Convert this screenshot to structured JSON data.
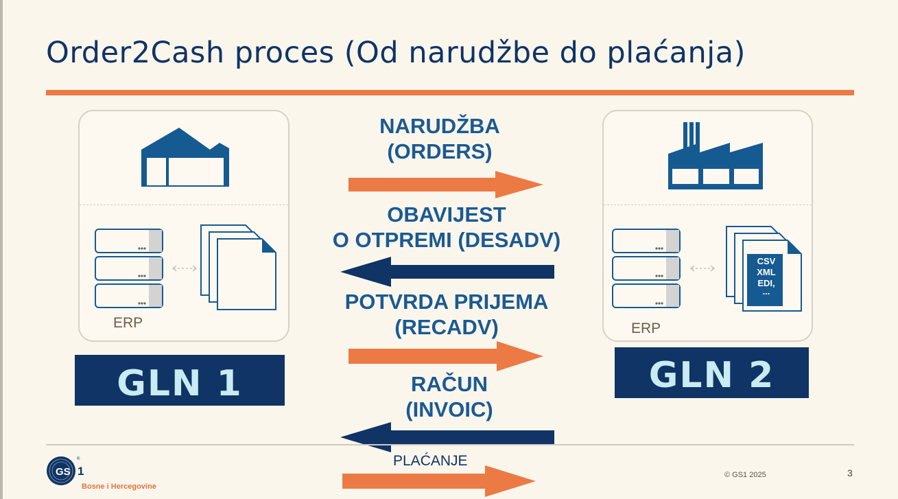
{
  "title": "Order2Cash proces (Od narudžbe do plaćanja)",
  "left_party": {
    "system_label": "ERP",
    "gln_label": "GLN 1"
  },
  "right_party": {
    "system_label": "ERP",
    "gln_label": "GLN 2",
    "doc_formats": [
      "CSV",
      "XML",
      "EDI,",
      "..."
    ]
  },
  "messages": [
    {
      "line1": "NARUDŽBA",
      "line2": "(ORDERS)",
      "direction": "right"
    },
    {
      "line1": "OBAVIJEST",
      "line2": "O OTPREMI (DESADV)",
      "direction": "left"
    },
    {
      "line1": "POTVRDA PRIJEMA",
      "line2": "(RECADV)",
      "direction": "right"
    },
    {
      "line1": "RAČUN",
      "line2": "(INVOIC)",
      "direction": "left"
    },
    {
      "line1": "PLAĆANJE",
      "direction": "right"
    }
  ],
  "footer": {
    "logo_text": "GS1",
    "logo_sub": "Bosne i Hercegovine",
    "copyright": "© GS1 2025",
    "page_number": "3"
  },
  "colors": {
    "navy": "#0f3465",
    "orange": "#ec7a45",
    "icon_blue": "#165a92",
    "message_blue": "#1a5a92"
  }
}
